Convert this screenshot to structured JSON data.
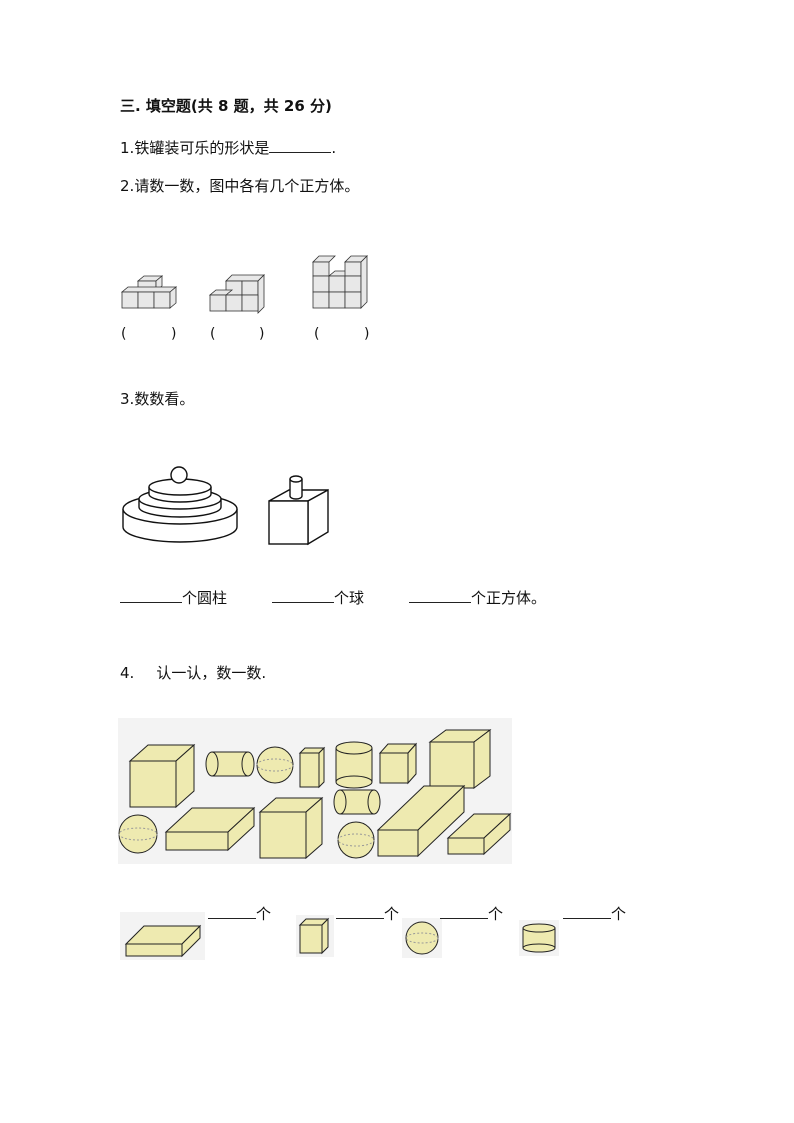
{
  "section": {
    "heading": "三. 填空题(共 8 题，共 26 分)"
  },
  "q1": {
    "number": "1.",
    "text": "铁罐装可乐的形状是",
    "end": "."
  },
  "q2": {
    "number": "2.",
    "text": "请数一数，图中各有几个正方体。",
    "open_paren": "(",
    "close_paren": ")"
  },
  "q3": {
    "number": "3.",
    "text": "数数看。",
    "answers": [
      {
        "label": "个圆柱"
      },
      {
        "label": "个球"
      },
      {
        "label": "个正方体。"
      }
    ]
  },
  "q4": {
    "number": "4.",
    "text": "认一认，数一数.",
    "answers": [
      {
        "unit": "个"
      },
      {
        "unit": "个"
      },
      {
        "unit": "个"
      },
      {
        "unit": "个"
      }
    ]
  },
  "colors": {
    "shape_fill": "#eeeab0",
    "line": "#222222",
    "cube_face": "#e8e8e8"
  }
}
